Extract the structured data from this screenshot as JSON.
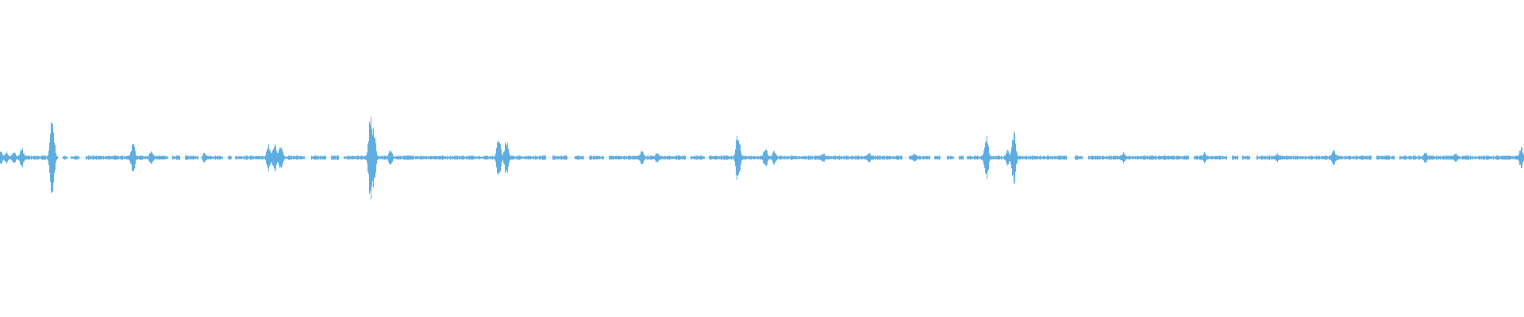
{
  "waveform": {
    "color": "#5dade2",
    "background": "#ffffff",
    "baseline_amplitude": 0.012,
    "peaks": [
      {
        "t": 0.0,
        "amp": 0.05
      },
      {
        "t": 0.004,
        "amp": 0.04
      },
      {
        "t": 0.009,
        "amp": 0.045
      },
      {
        "t": 0.014,
        "amp": 0.07
      },
      {
        "t": 0.034,
        "amp": 0.3
      },
      {
        "t": 0.087,
        "amp": 0.1
      },
      {
        "t": 0.099,
        "amp": 0.05
      },
      {
        "t": 0.134,
        "amp": 0.035
      },
      {
        "t": 0.176,
        "amp": 0.09
      },
      {
        "t": 0.18,
        "amp": 0.1
      },
      {
        "t": 0.184,
        "amp": 0.09
      },
      {
        "t": 0.243,
        "amp": 0.3
      },
      {
        "t": 0.245,
        "amp": 0.2
      },
      {
        "t": 0.256,
        "amp": 0.05
      },
      {
        "t": 0.327,
        "amp": 0.14
      },
      {
        "t": 0.332,
        "amp": 0.12
      },
      {
        "t": 0.421,
        "amp": 0.05
      },
      {
        "t": 0.431,
        "amp": 0.04
      },
      {
        "t": 0.484,
        "amp": 0.18
      },
      {
        "t": 0.502,
        "amp": 0.07
      },
      {
        "t": 0.508,
        "amp": 0.05
      },
      {
        "t": 0.54,
        "amp": 0.03
      },
      {
        "t": 0.57,
        "amp": 0.035
      },
      {
        "t": 0.6,
        "amp": 0.03
      },
      {
        "t": 0.647,
        "amp": 0.16
      },
      {
        "t": 0.661,
        "amp": 0.05
      },
      {
        "t": 0.665,
        "amp": 0.18
      },
      {
        "t": 0.737,
        "amp": 0.04
      },
      {
        "t": 0.79,
        "amp": 0.035
      },
      {
        "t": 0.838,
        "amp": 0.03
      },
      {
        "t": 0.875,
        "amp": 0.05
      },
      {
        "t": 0.935,
        "amp": 0.04
      },
      {
        "t": 0.955,
        "amp": 0.03
      },
      {
        "t": 0.998,
        "amp": 0.07
      }
    ],
    "gaps": [
      {
        "t": 0.038,
        "w": 0.003
      },
      {
        "t": 0.044,
        "w": 0.002
      },
      {
        "t": 0.052,
        "w": 0.004
      },
      {
        "t": 0.11,
        "w": 0.003
      },
      {
        "t": 0.118,
        "w": 0.003
      },
      {
        "t": 0.13,
        "w": 0.002
      },
      {
        "t": 0.146,
        "w": 0.003
      },
      {
        "t": 0.152,
        "w": 0.002
      },
      {
        "t": 0.2,
        "w": 0.004
      },
      {
        "t": 0.214,
        "w": 0.003
      },
      {
        "t": 0.222,
        "w": 0.003
      },
      {
        "t": 0.358,
        "w": 0.004
      },
      {
        "t": 0.372,
        "w": 0.005
      },
      {
        "t": 0.383,
        "w": 0.003
      },
      {
        "t": 0.396,
        "w": 0.003
      },
      {
        "t": 0.45,
        "w": 0.003
      },
      {
        "t": 0.462,
        "w": 0.003
      },
      {
        "t": 0.592,
        "w": 0.004
      },
      {
        "t": 0.61,
        "w": 0.003
      },
      {
        "t": 0.617,
        "w": 0.004
      },
      {
        "t": 0.626,
        "w": 0.003
      },
      {
        "t": 0.632,
        "w": 0.002
      },
      {
        "t": 0.7,
        "w": 0.005
      },
      {
        "t": 0.71,
        "w": 0.004
      },
      {
        "t": 0.78,
        "w": 0.003
      },
      {
        "t": 0.805,
        "w": 0.003
      },
      {
        "t": 0.812,
        "w": 0.003
      },
      {
        "t": 0.82,
        "w": 0.004
      },
      {
        "t": 0.9,
        "w": 0.003
      },
      {
        "t": 0.915,
        "w": 0.003
      }
    ]
  }
}
